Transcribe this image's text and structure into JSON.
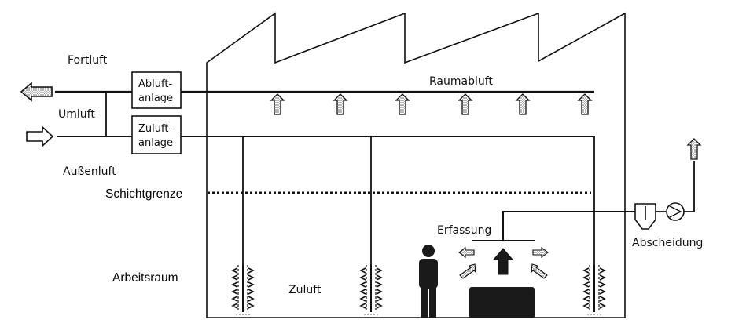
{
  "labels": {
    "fortluft": "Fortluft",
    "umluft": "Umluft",
    "aussenluft": "Außenluft",
    "abluft_line1": "Abluft-",
    "abluft_line2": "anlage",
    "zuluft_line1": "Zuluft-",
    "zuluft_line2": "anlage",
    "raumabluft": "Raumabluft",
    "schichtgrenze": "Schichtgrenze",
    "erfassung": "Erfassung",
    "abscheidung": "Abscheidung",
    "arbeitsraum": "Arbeitsraum",
    "zuluft": "Zuluft"
  },
  "icons": {
    "exhaust_arrow": "up-arrow-icon",
    "person": "person-icon",
    "separator": "separator-icon",
    "fan": "fan-icon",
    "supply_outlet": "supply-outlet-icon"
  },
  "colors": {
    "line": "#111111",
    "fill_dark": "#1a1a1a",
    "stipple": "#b8b8b8"
  }
}
